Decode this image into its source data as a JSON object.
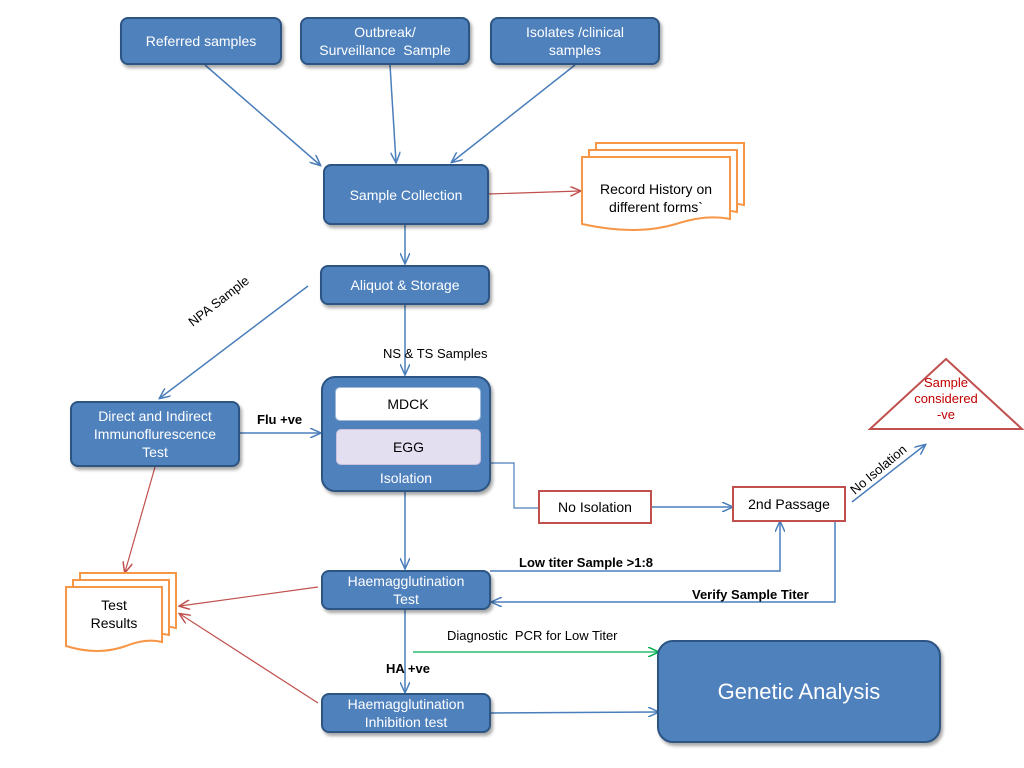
{
  "nodes": {
    "referred": "Referred samples",
    "outbreak_line1": "Outbreak/",
    "outbreak_line2": "Surveillance  Sample",
    "isolates_line1": "Isolates /clinical",
    "isolates_line2": "samples",
    "sample_collection": "Sample Collection",
    "record_line1": "Record History on",
    "record_line2": "different forms`",
    "aliquot": "Aliquot & Storage",
    "difa_line1": "Direct and Indirect",
    "difa_line2": "Immunoflurescence",
    "difa_line3": "Test",
    "isolation": "Isolation",
    "mdck": "MDCK",
    "egg": "EGG",
    "no_isolation": "No Isolation",
    "second_passage": "2nd Passage",
    "negative_line1": "Sample",
    "negative_line2": "considered",
    "negative_line3": "-ve",
    "ha_line1": "Haemagglutination",
    "ha_line2": "Test",
    "hai_line1": "Haemagglutination",
    "hai_line2": "Inhibition test",
    "test_results_line1": "Test",
    "test_results_line2": "Results",
    "genetic_analysis": "Genetic Analysis"
  },
  "edge_labels": {
    "npa": "NPA Sample",
    "ns_ts": "NS & TS Samples",
    "flu_pos": "Flu +ve",
    "no_isolation_arrow": "No Isolation",
    "low_titer": "Low titer Sample >1:8",
    "verify_titer": "Verify Sample Titer",
    "pcr": "Diagnostic  PCR for Low Titer",
    "ha_pos": "HA +ve"
  },
  "colors": {
    "box_fill": "#4f81bd",
    "box_border": "#2c5583",
    "blue_arrow": "#4a7ebb",
    "red_arrow": "#c0504d",
    "green_arrow": "#00b050",
    "doc_border": "#f79646",
    "negative_text": "#c00000"
  }
}
